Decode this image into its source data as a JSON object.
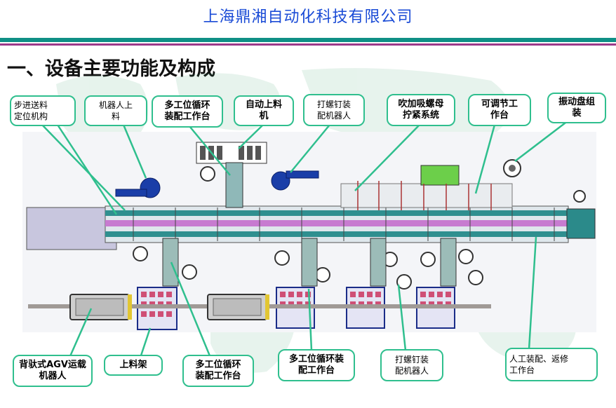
{
  "header": {
    "company": "上海鼎湘自动化科技有限公司"
  },
  "section": {
    "title": "一、设备主要功能及构成"
  },
  "labels": {
    "step_feed": "步进送料\n定位机构",
    "robot_load": "机器人上\n料",
    "multi_station_top": "多工位循环\n装配工作台",
    "auto_load": "自动上料\n机",
    "screw_robot_top": "打螺钉装\n配机器人",
    "blow_screw": "吹加吸螺母\n拧紧系统",
    "adjustable_station": "可调节工\n作台",
    "vibration_bowl": "振动盘组\n装",
    "agv_robot": "背驮式AGV运载\n机器人",
    "loading_rack": "上料架",
    "multi_station_bottom1": "多工位循环\n装配工作台",
    "multi_station_bottom2": "多工位循环装\n配工作台",
    "screw_robot_bottom": "打螺钉装\n配机器人",
    "manual_repair": "人工装配、返修\n工作台"
  },
  "colors": {
    "title_blue": "#1a4bd6",
    "callout_border": "#2fbf8e",
    "band_teal": "#0f8f86",
    "band_purple": "#9b3a8a"
  }
}
